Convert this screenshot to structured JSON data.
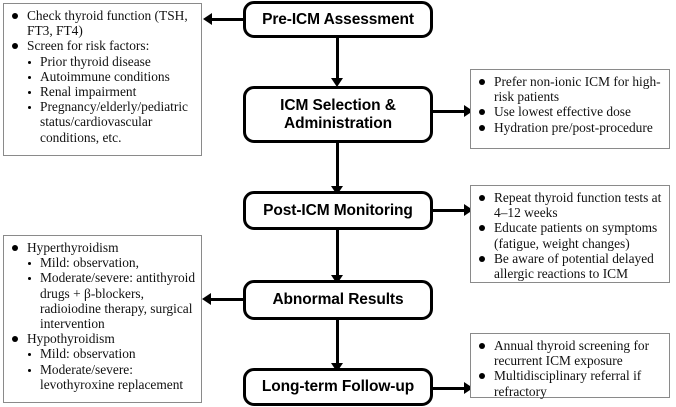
{
  "diagram": {
    "title": "ICM thyroid management flowchart",
    "accent_color": "#000000",
    "panel_border_color": "#8a8a8a",
    "background_color": "#ffffff"
  },
  "flow_nodes": [
    {
      "id": "pre-icm-assessment",
      "label": "Pre-ICM Assessment"
    },
    {
      "id": "icm-selection-administration",
      "label": "ICM Selection &\nAdministration"
    },
    {
      "id": "post-icm-monitoring",
      "label": "Post-ICM Monitoring"
    },
    {
      "id": "abnormal-results",
      "label": "Abnormal Results"
    },
    {
      "id": "long-term-follow-up",
      "label": "Long-term Follow-up"
    }
  ],
  "panels": {
    "pre_icm_details": {
      "id": "pre-icm-assessment-details",
      "items": [
        {
          "level": 1,
          "text": "Check thyroid function (TSH, FT3, FT4)"
        },
        {
          "level": 1,
          "text": "Screen for risk factors:"
        },
        {
          "level": 2,
          "text": "Prior thyroid disease"
        },
        {
          "level": 2,
          "text": "Autoimmune conditions"
        },
        {
          "level": 2,
          "text": "Renal impairment"
        },
        {
          "level": 2,
          "text": "Pregnancy/elderly/pediatric status/cardiovascular conditions, etc."
        }
      ]
    },
    "icm_selection_details": {
      "id": "icm-selection-details",
      "items": [
        {
          "level": 1,
          "text": "Prefer non-ionic ICM for high-risk patients"
        },
        {
          "level": 1,
          "text": "Use lowest effective dose"
        },
        {
          "level": 1,
          "text": "Hydration pre/post-procedure"
        }
      ]
    },
    "post_icm_details": {
      "id": "post-icm-monitoring-details",
      "items": [
        {
          "level": 1,
          "text": "Repeat thyroid function tests at 4–12 weeks"
        },
        {
          "level": 1,
          "text": "Educate patients on symptoms (fatigue, weight changes)"
        },
        {
          "level": 1,
          "text": " Be aware of potential delayed allergic reactions to ICM"
        }
      ]
    },
    "abnormal_results_details": {
      "id": "abnormal-results-details",
      "items": [
        {
          "level": 1,
          "text": "Hyperthyroidism"
        },
        {
          "level": 2,
          "text": "Mild: observation,"
        },
        {
          "level": 2,
          "text": "Moderate/severe: antithyroid drugs + β-blockers, radioiodine therapy, surgical intervention"
        },
        {
          "level": 1,
          "text": "Hypothyroidism"
        },
        {
          "level": 2,
          "text": "Mild: observation"
        },
        {
          "level": 2,
          "text": "Moderate/severe: levothyroxine replacement"
        }
      ]
    },
    "follow_up_details": {
      "id": "long-term-follow-up-details",
      "items": [
        {
          "level": 1,
          "text": "Annual thyroid screening for recurrent ICM exposure"
        },
        {
          "level": 1,
          "text": "Multidisciplinary referral if refractory"
        }
      ]
    }
  }
}
